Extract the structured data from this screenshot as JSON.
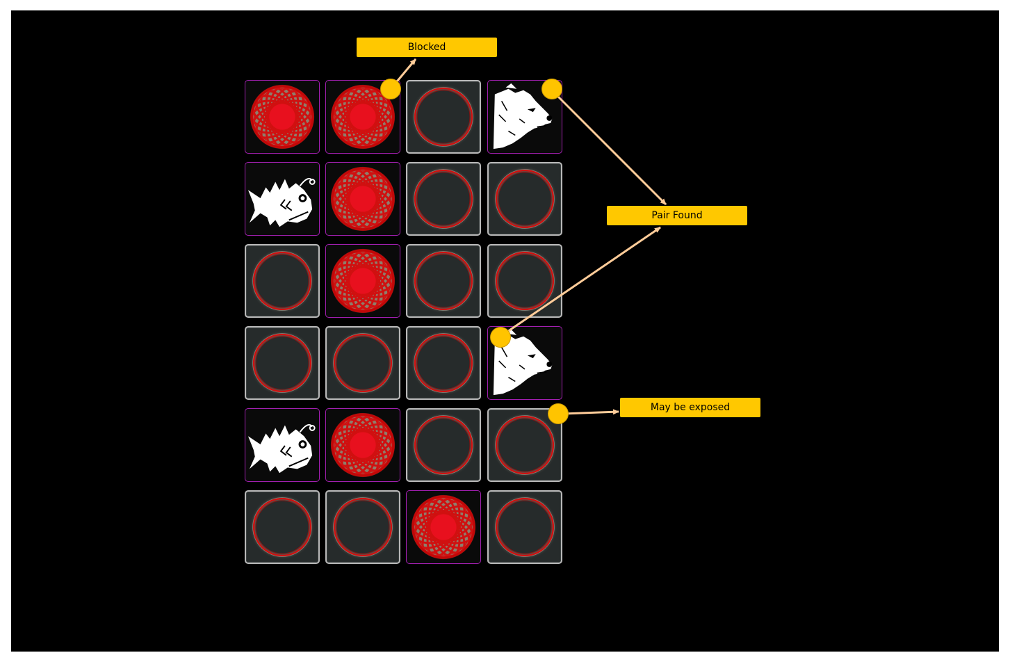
{
  "game": {
    "type": "memory-match",
    "rows": 6,
    "cols": 4,
    "grid": [
      [
        "orb",
        "orb",
        "hidden",
        "bear"
      ],
      [
        "anglerfish",
        "orb",
        "hidden",
        "hidden"
      ],
      [
        "hidden",
        "orb",
        "hidden",
        "hidden"
      ],
      [
        "hidden",
        "hidden",
        "hidden",
        "bear"
      ],
      [
        "anglerfish",
        "orb",
        "hidden",
        "hidden"
      ],
      [
        "hidden",
        "hidden",
        "orb",
        "hidden"
      ]
    ],
    "icons": {
      "orb": "red-orb-icon",
      "bear": "bear-head-icon",
      "anglerfish": "anglerfish-icon",
      "hidden": "card-back-ring-icon"
    }
  },
  "annotations": {
    "blocked": "Blocked",
    "pair_found": "Pair Found",
    "may_be_exposed": "May be exposed"
  },
  "colors": {
    "background": "#000000",
    "card_back": "#262b2b",
    "revealed_border": "#a21fb0",
    "ring": "#d01010",
    "marker": "#ffc400",
    "label": "#ffc800",
    "connector": "#ffcc99"
  }
}
